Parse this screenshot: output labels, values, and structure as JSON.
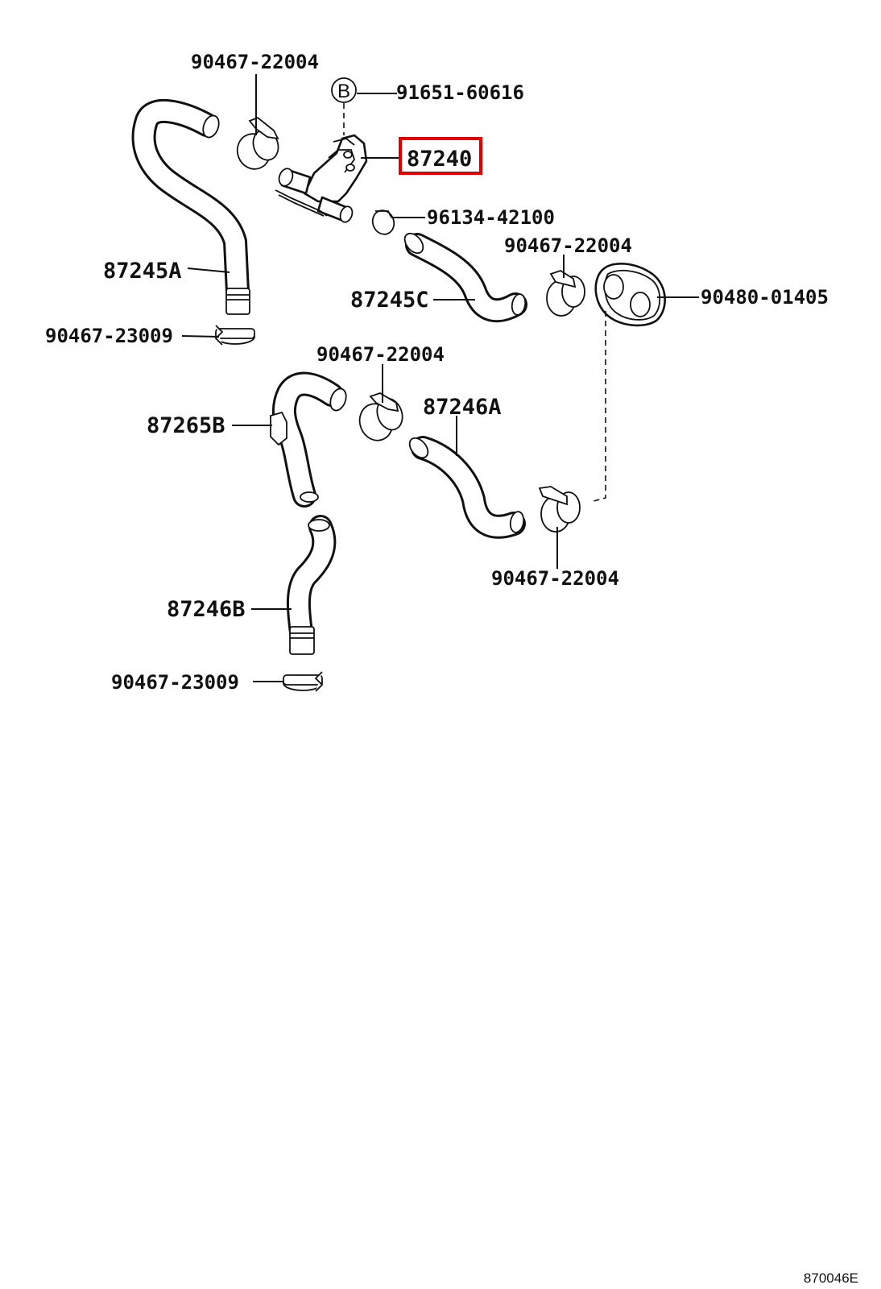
{
  "diagram_code": "870046E",
  "ref_marker": "B",
  "selected_part": "87240",
  "labels": {
    "clamp_top_left": "90467-22004",
    "bolt_ref_b": "91651-60616",
    "valve": "87240",
    "clip_small": "96134-42100",
    "clamp_mid_right": "90467-22004",
    "grommet": "90480-01405",
    "hose_87245a": "87245A",
    "hose_87245c": "87245C",
    "clamp_left_a": "90467-23009",
    "clamp_center": "90467-22004",
    "hose_87246a": "87246A",
    "hose_87265b": "87265B",
    "clamp_bottom_right": "90467-22004",
    "hose_87246b": "87246B",
    "clamp_left_b": "90467-23009"
  }
}
